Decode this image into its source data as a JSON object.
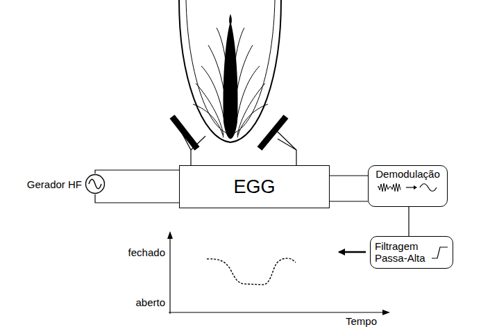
{
  "diagram": {
    "nodes": [
      {
        "text": [
          "Gerador HF"
        ]
      },
      {
        "text": [
          "EGG"
        ]
      },
      {
        "text": [
          "Demodulação"
        ]
      },
      {
        "text": [
          "Filtragem Passa-Alta"
        ]
      }
    ],
    "edges": [
      {
        "from": 0,
        "to": 1,
        "arrow": "none"
      },
      {
        "from": 0,
        "to": 1,
        "arrow": "none"
      },
      {
        "from": 1,
        "to": 2,
        "arrow": "none"
      },
      {
        "from": 1,
        "to": 2,
        "arrow": "none"
      },
      {
        "from": 2,
        "to": 3,
        "arrow": "none"
      }
    ],
    "labels": [
      "fechado",
      "aberto",
      "Tempo"
    ]
  }
}
